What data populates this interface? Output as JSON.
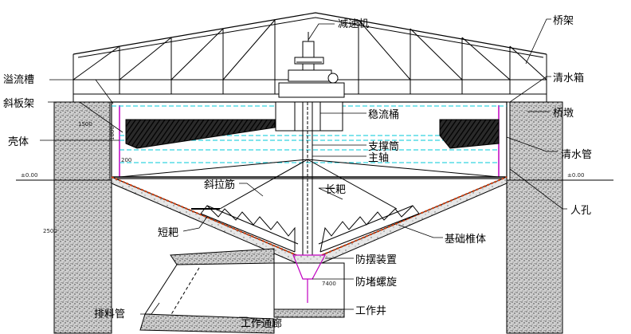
{
  "labels": {
    "reducer": "减速机",
    "bridge_frame": "桥架",
    "overflow_trough": "溢流槽",
    "clear_water_box": "清水箱",
    "inclined_plate_frame": "斜板架",
    "bridge_pier": "桥墩",
    "stilling_tube": "稳流桶",
    "shell": "壳体",
    "support_tube": "支撑筒",
    "main_shaft": "主轴",
    "clear_water_pipe": "清水管",
    "diagonal_brace": "斜拉筋",
    "long_rake": "长耙",
    "manhole": "人孔",
    "short_rake": "短耙",
    "foundation_cone": "基础椎体",
    "anti_sway_device": "防摆装置",
    "anti_clog_screw": "防堵螺旋",
    "discharge_pipe": "排料管",
    "work_well": "工作井",
    "work_corridor": "工作通廊"
  },
  "dimensions": {
    "elev_left": "±0.00",
    "elev_right": "±0.00",
    "dim_1500": "1500",
    "dim_1800": "1800",
    "dim_200": "200",
    "dim_2500": "2500",
    "dim_7400": "7400"
  },
  "colors": {
    "water": "#00c8d8",
    "tank_magenta": "#c000c0",
    "cone_orange": "#d04010",
    "pier": "#8a8a8a",
    "structure": "#000000"
  }
}
